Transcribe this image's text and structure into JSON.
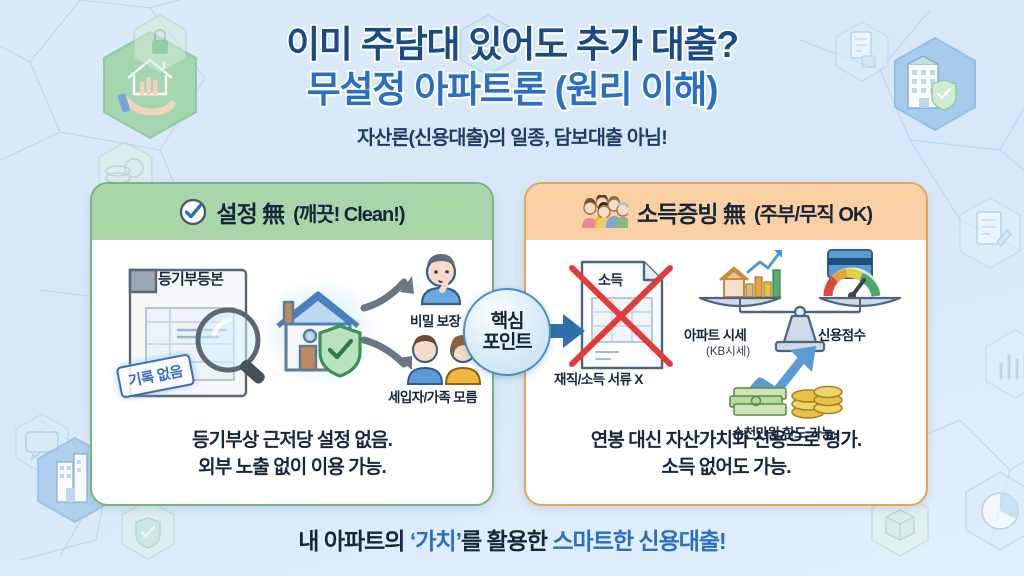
{
  "title": {
    "line1": "이미 주담대 있어도 추가 대출?",
    "line2": "무설정 아파트론 (원리 이해)",
    "subtitle": "자산론(신용대출)의 일종, 담보대출 아님!"
  },
  "colors": {
    "background": "#dceaf8",
    "title_dark": "#1b4a86",
    "title_blue": "#2a6fc4",
    "left_header": "#a9d6a9",
    "left_border": "#79b47f",
    "right_header": "#f8d0a4",
    "right_border": "#e5a558",
    "accent_blue": "#2a6fc4",
    "arrow_blue": "#2f6ea8",
    "stamp_blue": "#3d6fb4"
  },
  "left_card": {
    "header_main": "설정 無",
    "header_sub": "(깨끗! Clean!)",
    "header_icon": "check-circle-icon",
    "document_label": "등기부등본",
    "stamp_text": "기록 없음",
    "person_label_1": "비밀 보장",
    "person_label_2": "세입자/가족 모름",
    "caption_line1": "등기부상 근저당 설정 없음.",
    "caption_line2": "외부 노출 없이 이용 가능."
  },
  "center_badge": {
    "line1": "핵심",
    "line2": "포인트"
  },
  "right_card": {
    "header_main": "소득증빙 無",
    "header_sub": "(주부/무직 OK)",
    "header_icon": "family-group-icon",
    "doc_label": "소득",
    "doc_caption": "재직/소득 서류 X",
    "scale_left_label": "아파트 시세",
    "scale_left_sublabel": "(KB시세)",
    "scale_right_label": "신용점수",
    "money_label": "수천만원 한도 가능",
    "caption_line1": "연봉 대신 자산가치와 신용으로 평가.",
    "caption_line2": "소득 없어도 가능."
  },
  "tagline": {
    "part1": "내 아파트의 ",
    "accent1": "‘가치’",
    "part2": "를 활용한 ",
    "accent2": "스마트한 신용대출!"
  }
}
